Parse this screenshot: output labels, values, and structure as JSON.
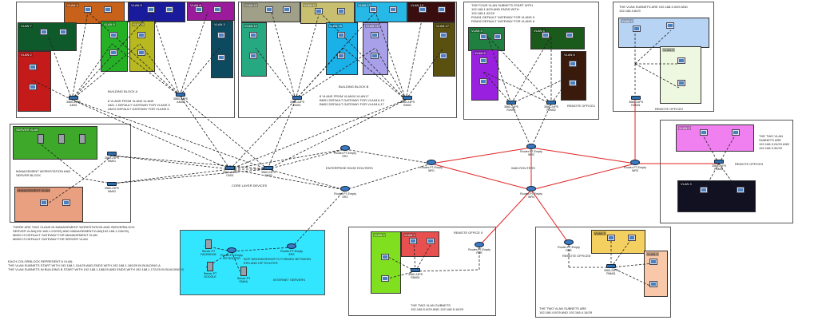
{
  "zones": {
    "building_a": {
      "note": "8 VLANS FROM VLAN2-VLAN9\nAM1 1 DEFAULT GATEWAY FOR VLANS 5\nAM12 DEFAULT GATEWAY FOR VLANS 6",
      "label": "BUILDING BLOCK A"
    },
    "building_b": {
      "note": "8 VLANS FROM VLAN10-VLAN17\nBM01 DEFAULT GATEWAY FOR VLAN10-13\nBM02 DEFAULT GATEWAY FOR VLAN14-17",
      "label": "BUILDING BLOCK B"
    },
    "remote_top": {
      "note": "THE FOUR VLAN SUBNETS START WITH\n192.168.1.8/29 AND ENDS WITH\n192.168.1.32/29\nR1M01 DEFAULT GATEWAY FOR VLANS 5\nR2M02 DEFAULT GATEWAY FOR VLANS 6",
      "label": "REMOTE OFFICE1"
    },
    "remote_right": {
      "note": "THE VLAN SUBNETS ARE 192.168.3.0/29 AND\n192.168.3.8/29",
      "label": "REMOTE OFFICE2"
    },
    "management": {
      "note": "THERE ARE TWO VLANS IN MANAGEMENT WORKSTATION AND SERVERBLOCK\nSERVER VLAN(192.168.1.232/29) AND MANAGEMENTVLAN(192.168.1.240/29)\nMM01 IS DEFAULT GATEWAY FOR MANAGEMENT VLAN\nMM02 IS DEFAULT GATEWAY FOR SERVER VLAN",
      "label": "MANAGEMENT WORKSTATION AND\nSERVER BLOCK"
    },
    "remote_far": {
      "note": "THE TWO VLAN\nSUBNETS ARE\n192.168.3.24/29 AND\n192.168.3.32/29",
      "label": "REMOTE OFFICE3"
    },
    "internet": {
      "note": "BGP NEIGHBORSHIP IS FORMED BETWEEN\nER3 AND ISP ROUTER",
      "label": "INTERNET SERVERS"
    },
    "remote5": {
      "note": "THE TWO VLAN SUBNETS\n192.168.5.0/29 AND 192.168.5.16/29",
      "label": "REMOTE OFFICE 5"
    },
    "remote6": {
      "note": "THE TWO VLAN SUBNETS ARE\n192.168.4.0/29 AND 192.168.4.16/29",
      "label": "REMOTE OFFICE6"
    }
  },
  "legend": "EACH COLORBLOCK REPRESENT A VLAN.\nTHE VLAN SUBNETS START WITH 192.168.1.104/29 AND ENDS WITH 192.168.1.160/29 IN BUILDING A\nTHE VLAN SUBNETS IN BUILDING B START WITH 192.168.1.168/29 AND ENDS WITH 192.168.1.172/29 IN BUILDING B",
  "labels": {
    "core": "CORE LAYER DEVICES",
    "edge": "ENTERPRISE EDGE ROUTERS",
    "wan": "WAN ROUTERS"
  },
  "vlans": {
    "a": [
      "VLAN 4",
      "VLAN 5",
      "VLAN 6",
      "VLAN 7",
      "VLAN 8",
      "VLAN 9",
      "VLAN 2",
      "VLAN 3"
    ],
    "b": [
      "VLAN 10",
      "VLAN 11",
      "VLAN 12",
      "VLAN 13",
      "VLAN 14",
      "VLAN 15",
      "VLAN 16",
      "VLAN 17"
    ],
    "r1": [
      "VLAN 3",
      "VLAN 4",
      "VLAN 5",
      "VLAN 6"
    ],
    "r2": [
      "VLAN 4",
      "VLAN 5"
    ],
    "r3": [
      "VLAN 2",
      "VLAN 3"
    ],
    "r5": [
      "VLAN 3",
      "VLAN 2"
    ],
    "r6": [
      "VLAN 3",
      "VLAN 2"
    ],
    "mgmt": [
      "SERVER VLAN",
      "MANAGEMENT VLAN"
    ]
  },
  "devices": {
    "am1": "3560-24PS\nAM01",
    "am2": "3560-24PS\nAM02",
    "bm1": "3560-24PS\nBM01",
    "bm2": "3560-24PS\nBM02",
    "r1m1": "3560-24PS\nR1M01",
    "r1m2": "3560-24PS\nR1M02",
    "r2m1": "3560-24PS\nR2M01",
    "cm1": "3560-24PS\nCM01",
    "cm2": "3560-24PS\nCM02",
    "mm1": "3560-24PS\nMM01",
    "mm2": "3560-24PS\nMM02",
    "er1": "Router-PT-Empty\nER1",
    "er2": "Router-PT-Empty\nER2",
    "er3": "Router-PT-Empty\nER3",
    "wr1": "Router-PT-Empty\nWR1",
    "wr2": "Router-PT-Empty\nWR2",
    "wr3": "Router-PT-Empty\nWR3",
    "wr4": "Router-PT-Empty\nWR4",
    "r3m1": "3560-24PS\nR3M01",
    "isp": "Router-PT-Empty\nISP ROUTER",
    "r5r": "Router-PT-Empty\nR5R",
    "r5m": "3560-24PS\nR5M01",
    "r6r": "Router-PT-Empty\nR6R",
    "r6m": "3560-24PS\nR6M01",
    "fb": "Server-PT\nFACEBOOK",
    "gg": "Server-PT\nGOOGLE",
    "gm": "Server-PT\nGMAIL"
  },
  "colors": {
    "wan_link": "#e02020",
    "dashed_link": "#222222"
  }
}
